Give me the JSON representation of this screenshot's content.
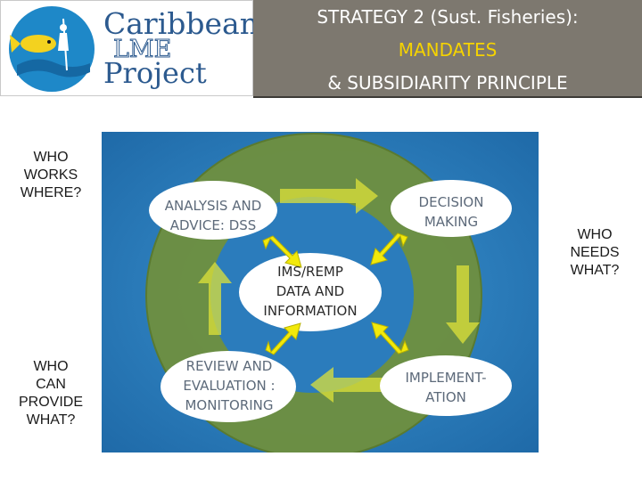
{
  "logo": {
    "line1": "Caribbean",
    "line2": "LME",
    "line3": "Project"
  },
  "header": {
    "line1": "STRATEGY 2 (Sust. Fisheries):",
    "line2": "MANDATES",
    "line3": "& SUBSIDIARITY PRINCIPLE"
  },
  "questions": {
    "works_where": [
      "WHO",
      "WORKS",
      "WHERE?"
    ],
    "needs_what": [
      "WHO",
      "NEEDS",
      "WHAT?"
    ],
    "can_provide": [
      "WHO",
      "CAN",
      "PROVIDE",
      "WHAT?"
    ]
  },
  "cycle": {
    "analysis": [
      "ANALYSIS AND",
      "ADVICE: DSS"
    ],
    "decision": [
      "DECISION",
      "MAKING"
    ],
    "implementation": [
      "IMPLEMENT-",
      "ATION"
    ],
    "review": [
      "REVIEW AND",
      "EVALUATION :",
      "MONITORING"
    ],
    "center": [
      "IMS/REMP",
      "DATA AND",
      "INFORMATION"
    ]
  },
  "colors": {
    "header_bg": "#7d786f",
    "header_highlight": "#f5d300",
    "diagram_bg": "#2a7dbf",
    "ring_fill": "#6f8f3e",
    "arrow_yellow": "#dde23a"
  }
}
